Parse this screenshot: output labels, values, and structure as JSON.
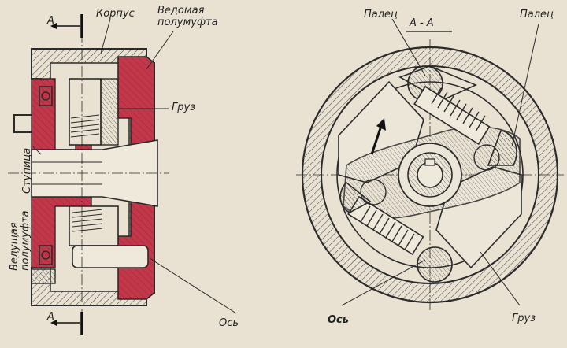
{
  "labels": {
    "section_mark": "А",
    "section_title": "А - А",
    "housing": "Корпус",
    "driven_half": "Ведомая",
    "driven_half_2": "полумуфта",
    "weight_left": "Груз",
    "hub": "Ступица",
    "driving_half": "Ведущая",
    "driving_half_2": "полумуфта",
    "axis_left": "Ось",
    "pin_left": "Палец",
    "pin_right": "Палец",
    "axis_right": "Ось",
    "weight_right": "Груз"
  },
  "colors": {
    "paper": "#e9e2d2",
    "ink": "#2b2b2b",
    "red": "#c2384a",
    "hatch": "#5a5a5a"
  }
}
